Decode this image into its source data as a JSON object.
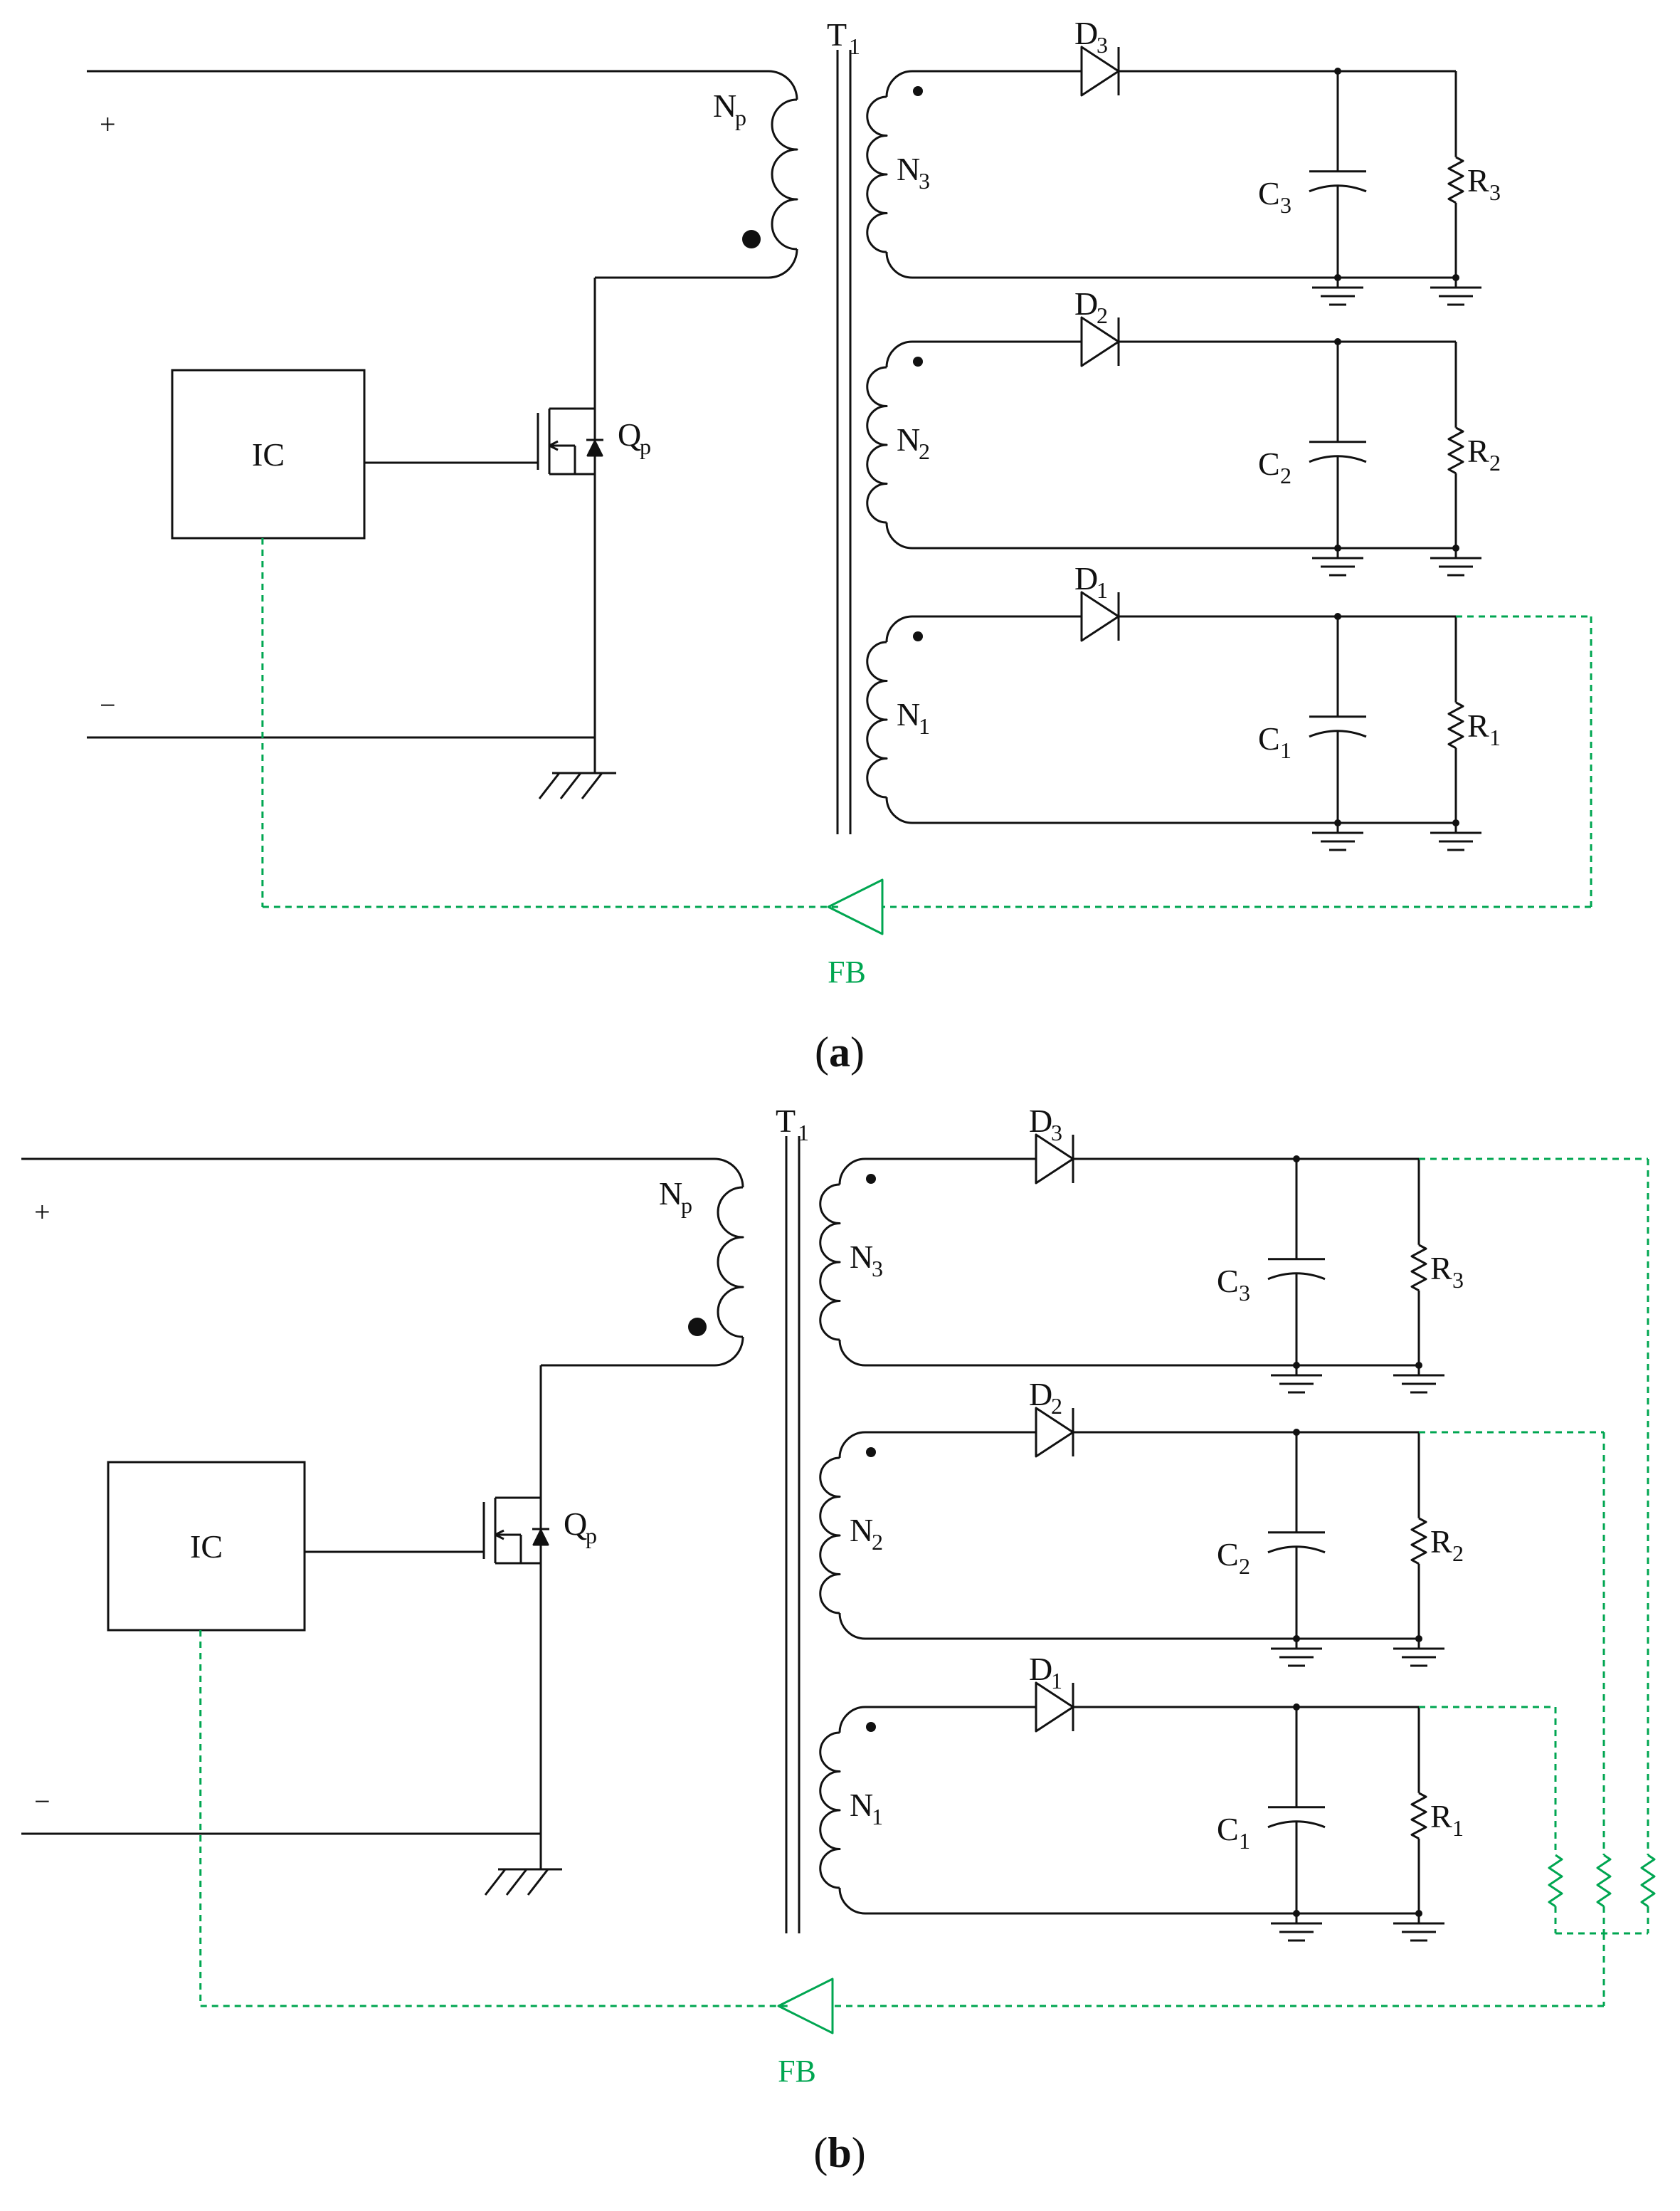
{
  "panels": [
    {
      "id": "a",
      "caption_open": "(",
      "caption_letter": "a",
      "caption_close": ")",
      "plus": "+",
      "minus": "−",
      "ic": "IC",
      "transformer": "T",
      "transformer_sub": "1",
      "primary": "N",
      "primary_sub": "p",
      "switch": "Q",
      "switch_sub": "p",
      "fb": "FB",
      "outputs": [
        {
          "d": "D",
          "d_sub": "3",
          "n": "N",
          "n_sub": "3",
          "c": "C",
          "c_sub": "3",
          "r": "R",
          "r_sub": "3"
        },
        {
          "d": "D",
          "d_sub": "2",
          "n": "N",
          "n_sub": "2",
          "c": "C",
          "c_sub": "2",
          "r": "R",
          "r_sub": "2"
        },
        {
          "d": "D",
          "d_sub": "1",
          "n": "N",
          "n_sub": "1",
          "c": "C",
          "c_sub": "1",
          "r": "R",
          "r_sub": "1"
        }
      ]
    },
    {
      "id": "b",
      "caption_open": "(",
      "caption_letter": "b",
      "caption_close": ")",
      "plus": "+",
      "minus": "−",
      "ic": "IC",
      "transformer": "T",
      "transformer_sub": "1",
      "primary": "N",
      "primary_sub": "p",
      "switch": "Q",
      "switch_sub": "p",
      "fb": "FB",
      "outputs": [
        {
          "d": "D",
          "d_sub": "3",
          "n": "N",
          "n_sub": "3",
          "c": "C",
          "c_sub": "3",
          "r": "R",
          "r_sub": "3"
        },
        {
          "d": "D",
          "d_sub": "2",
          "n": "N",
          "n_sub": "2",
          "c": "C",
          "c_sub": "2",
          "r": "R",
          "r_sub": "2"
        },
        {
          "d": "D",
          "d_sub": "1",
          "n": "N",
          "n_sub": "1",
          "c": "C",
          "c_sub": "1",
          "r": "R",
          "r_sub": "1"
        }
      ]
    }
  ],
  "colors": {
    "wire": "#111111",
    "feedback": "#00a651",
    "background": "#ffffff"
  }
}
